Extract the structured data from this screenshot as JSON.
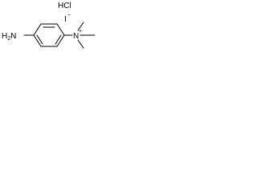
{
  "molecule": {
    "salt_label": "HCl",
    "counter_ion": "I",
    "counter_ion_charge": "−",
    "amino_group": "H2N",
    "amino_h": "H",
    "amino_sub": "2",
    "amino_n": "N",
    "cation_n": "N",
    "cation_charge": "+"
  },
  "colors": {
    "bond": "#000000",
    "text": "#000000",
    "background": "#ffffff"
  }
}
